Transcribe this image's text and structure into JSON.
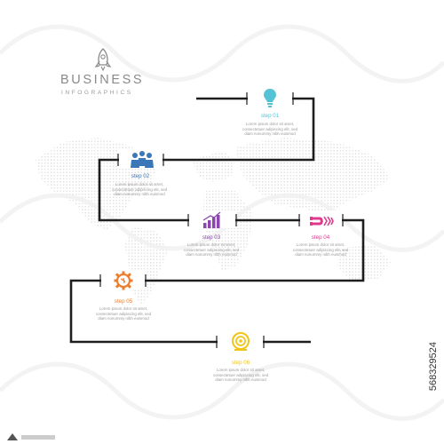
{
  "header": {
    "title": "BUSINESS",
    "subtitle": "INFOGRAPHICS",
    "logo_icon": "rocket-icon"
  },
  "steps": [
    {
      "label": "step 01",
      "icon": "lightbulb-icon",
      "color": "#55c3d6",
      "body": [
        "Lorem ipsum dolor sit amet,",
        "consectetuer adipiscing elit, sed",
        "diam nonummy nibh euismod"
      ]
    },
    {
      "label": "step 02",
      "icon": "team-icon",
      "color": "#3a76b8",
      "body": [
        "Lorem ipsum dolor sit amet,",
        "consectetuer adipiscing elit, sed",
        "diam nonummy nibh euismod"
      ]
    },
    {
      "label": "step 03",
      "icon": "bar-chart-icon",
      "color": "#8d45b0",
      "body": [
        "Lorem ipsum dolor sit amet,",
        "consectetuer adipiscing elit, sed",
        "diam nonummy nibh euismod"
      ]
    },
    {
      "label": "step 04",
      "icon": "magnet-icon",
      "color": "#e0388f",
      "body": [
        "Lorem ipsum dolor sit amet,",
        "consectetuer adipiscing elit, sed",
        "diam nonummy nibh euismod"
      ]
    },
    {
      "label": "step 05",
      "icon": "gear-icon",
      "color": "#ef7d2e",
      "body": [
        "Lorem ipsum dolor sit amet,",
        "consectetuer adipiscing elit, sed",
        "diam nonummy nibh euismod"
      ]
    },
    {
      "label": "step 06",
      "icon": "target-icon",
      "color": "#f0c419",
      "body": [
        "Lorem ipsum dolor sit amet,",
        "consectetuer adipiscing elit, sed",
        "diam nonummy nibh euismod"
      ]
    }
  ],
  "stock_id": "568329524"
}
